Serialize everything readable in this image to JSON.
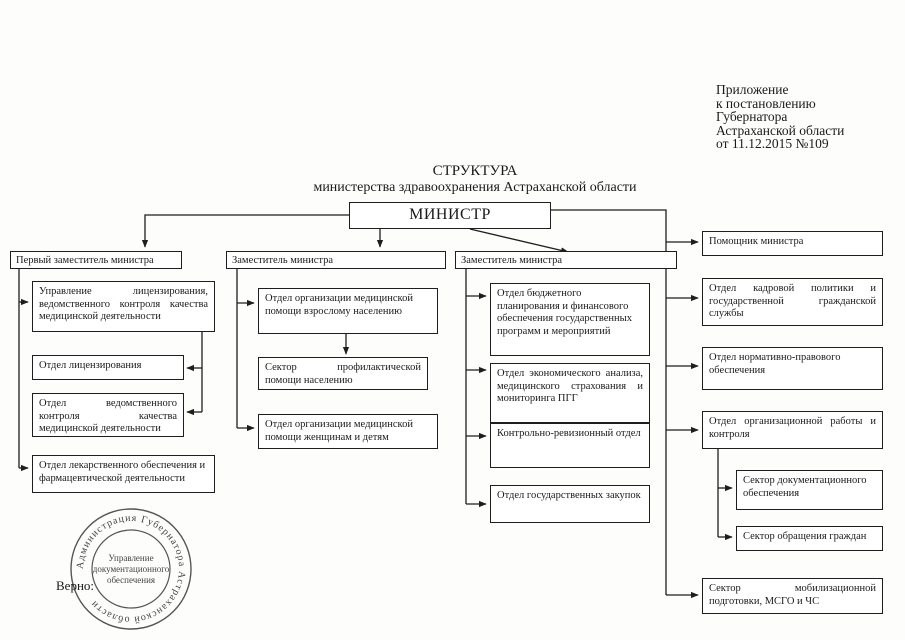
{
  "annex": {
    "line1": "Приложение",
    "line2": "к постановлению",
    "line3": "Губернатора",
    "line4": "Астраханской области",
    "line5": "от 11.12.2015 №109"
  },
  "title": {
    "main": "СТРУКТУРА",
    "sub": "министерства здравоохранения Астраханской области"
  },
  "minister": "МИНИСТР",
  "deputies": {
    "first": "Первый заместитель министра",
    "second": "Заместитель министра",
    "third": "Заместитель министра"
  },
  "units_first": [
    "Управление лицензирования, ведомственного контроля качества медицинской деятельности",
    "Отдел лицензирования",
    "Отдел ведомственного контроля качества медицинской деятельности",
    "Отдел лекарственного обеспечения и фармацевтической деятельности"
  ],
  "units_second": [
    "Отдел организации медицинской помощи взрослому населению",
    "Сектор профилактической помощи населению",
    "Отдел организации медицинской помощи женщинам и детям"
  ],
  "units_third": [
    "Отдел бюджетного планирования и финансового обеспечения государственных программ и мероприятий",
    "Отдел экономического анализа, медицинского страхования и мониторинга ПГГ",
    "Контрольно-ревизионный отдел",
    "Отдел государственных закупок"
  ],
  "units_direct": [
    "Помощник министра",
    "Отдел кадровой политики и государственной гражданской службы",
    "Отдел нормативно-правового обеспечения",
    "Отдел организационной работы и контроля",
    "Сектор документационного обеспечения",
    "Сектор обращения граждан",
    "Сектор мобилизационной подготовки, МСГО и ЧС"
  ],
  "seal": {
    "ring": "Администрация Губернатора Астраханской области",
    "center1": "Управление",
    "center2": "документационного",
    "center3": "обеспечения"
  },
  "verno": "Верно:"
}
